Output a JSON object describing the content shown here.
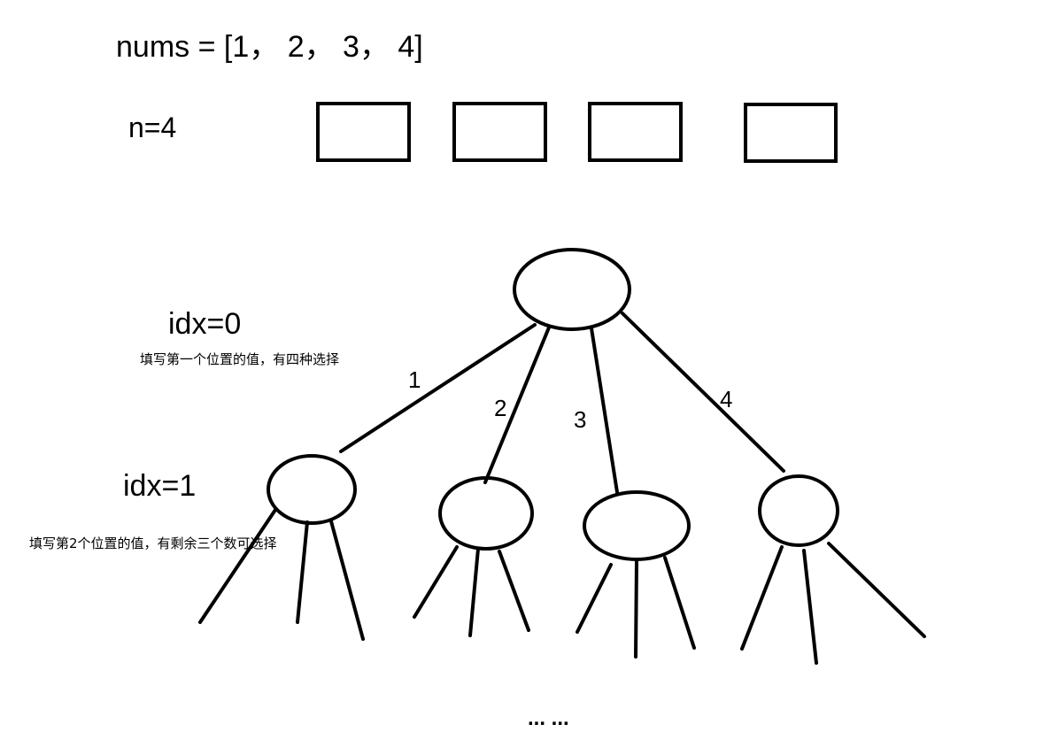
{
  "header": {
    "nums_text": "nums = [1， 2， 3， 4]",
    "n_text": "n=4"
  },
  "levels": {
    "idx0": {
      "label": "idx=0",
      "note": "填写第一个位置的值，有四种选择"
    },
    "idx1": {
      "label": "idx=1",
      "note": "填写第2个位置的值，有剩余三个数可选择"
    }
  },
  "edges": {
    "labels": [
      "1",
      "2",
      "3",
      "4"
    ]
  },
  "footer": {
    "ellipsis": "... ..."
  },
  "slots": {
    "count": 4
  },
  "colors": {
    "stroke": "#000000",
    "background": "#ffffff"
  }
}
